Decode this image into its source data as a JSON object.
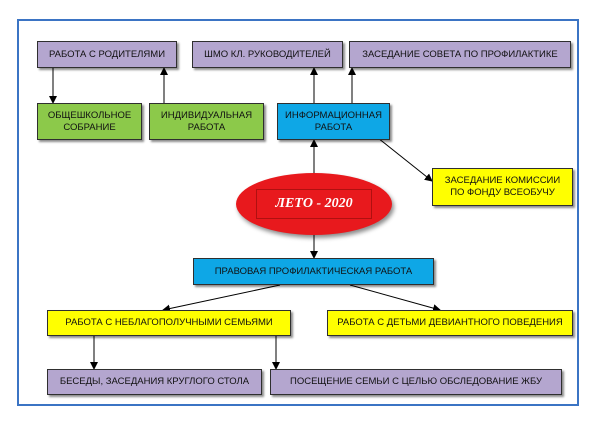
{
  "center": "ЛЕТО - 2020",
  "boxes": {
    "parents": "РАБОТА С РОДИТЕЛЯМИ",
    "shmo": "ШМО КЛ. РУКОВОДИТЕЛЕЙ",
    "council": "ЗАСЕДАНИЕ СОВЕТА ПО ПРОФИЛАКТИКЕ",
    "general_meeting": "ОБЩЕШКОЛЬНОЕ СОБРАНИЕ",
    "individual": "ИНДИВИДУАЛЬНАЯ РАБОТА",
    "info": "ИНФОРМАЦИОННАЯ РАБОТА",
    "commission": "ЗАСЕДАНИЕ КОМИССИИ ПО ФОНДУ ВСЕОБУЧУ",
    "legal": "ПРАВОВАЯ ПРОФИЛАКТИЧЕСКАЯ РАБОТА",
    "families": "РАБОТА С НЕБЛАГОПОЛУЧНЫМИ СЕМЬЯМИ",
    "deviant": "РАБОТА С ДЕТЬМИ ДЕВИАНТНОГО ПОВЕДЕНИЯ",
    "talks": "БЕСЕДЫ, ЗАСЕДАНИЯ КРУГЛОГО СТОЛА",
    "visit": "ПОСЕЩЕНИЕ СЕМЬИ С ЦЕЛЬЮ ОБСЛЕДОВАНИЕ ЖБУ"
  },
  "colors": {
    "purple": "#b4a6cf",
    "green": "#8cc94a",
    "blue": "#0ea7e6",
    "yellow": "#ffff00",
    "red": "#e8191d",
    "frame": "#3b74c4"
  }
}
